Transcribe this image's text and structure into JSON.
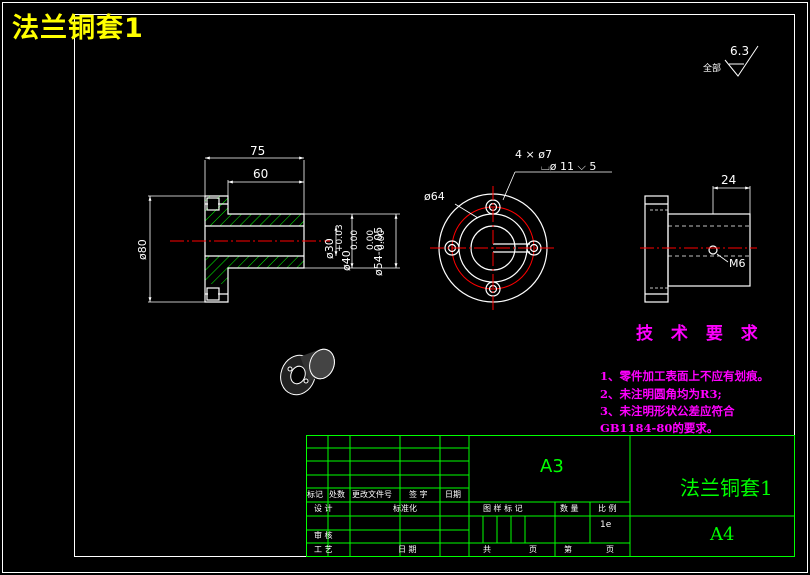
{
  "title": "法兰铜套1",
  "roughness": {
    "prefix": "全部",
    "value": "6.3"
  },
  "dimensions": {
    "len_75": "75",
    "len_60": "60",
    "dia_80": "ø80",
    "dia_30": "ø30",
    "tol_30_upper": "+0.03",
    "tol_30_lower": "0.00",
    "dia_40": "ø40",
    "tol_40_upper": "0.00",
    "tol_40_lower": "0.00",
    "dia_54": "ø54-0.05",
    "holes_count": "4 × ø7",
    "holes_spec": "⌴ø 11 ⌵ 5",
    "dia_64": "ø64",
    "len_24": "24",
    "thread": "M6"
  },
  "tech_requirements": {
    "heading": "技 术 要 求",
    "items": [
      "1、零件加工表面上不应有划痕。",
      "2、未注明圆角均为R3;",
      "3、未注明形状公差应符合",
      "GB1184-80的要求。"
    ]
  },
  "title_block": {
    "sheet_size": "A3",
    "part_name": "法兰铜套1",
    "drawing_no": "A4",
    "scale_value": "1e",
    "labels": {
      "mark": "标记",
      "count": "处数",
      "change_doc": "更改文件号",
      "sign": "签 字",
      "date": "日期",
      "design": "设 计",
      "standardize": "标准化",
      "review": "审 核",
      "process": "工 艺",
      "date2": "日 期",
      "stage_mark": "图 样 标 记",
      "quantity": "数 量",
      "scale": "比 例",
      "total": "共",
      "sheet_unit": "页",
      "page_no": "第",
      "sheet_unit2": "页"
    }
  },
  "colors": {
    "background": "#000000",
    "frame": "#ffffff",
    "title": "#ffff00",
    "hatch": "#00ff00",
    "center": "#ff0000",
    "tech_text": "#ff00ff",
    "title_block_lines": "#00ff00"
  }
}
